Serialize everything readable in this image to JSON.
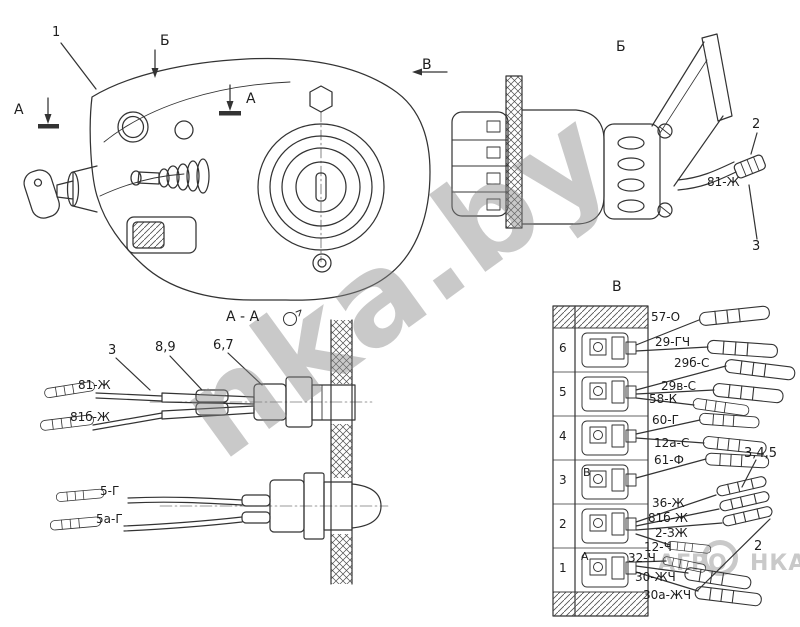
{
  "watermark": "nka.by",
  "logo": {
    "left": "АГРО",
    "right": "НКА"
  },
  "main_view": {
    "callout_1": "1",
    "arrow_b": "Б",
    "section_mark_left": "А",
    "section_mark_right": "А",
    "arrow_v": "В"
  },
  "view_b": {
    "title": "Б",
    "callout_2": "2",
    "callout_3": "3",
    "wire_81": "81-Ж"
  },
  "section_aa": {
    "title": "А - А",
    "callout_3": "3",
    "callout_8_9": "8,9",
    "callout_6_7": "6,7",
    "wire_81": "81-Ж",
    "wire_81b": "81б-Ж",
    "wire_5": "5-Г",
    "wire_5a": "5а-Г"
  },
  "view_v": {
    "title": "В",
    "terminals": [
      "6",
      "5",
      "4",
      "3",
      "2",
      "1"
    ],
    "slot_marks": {
      "row3": "В",
      "row1": "А"
    },
    "wires_top": [
      "57-О",
      "29-ГЧ",
      "29б-С",
      "29в-С",
      "58-К",
      "60-Г",
      "12а-С",
      "61-Ф"
    ],
    "wires_bottom": [
      "36-Ж",
      "81б-Ж",
      "2-ЗЖ",
      "12-Ч",
      "32-Ч",
      "30-ЖЧ",
      "30а-ЖЧ"
    ],
    "callout_345": "3,4,5",
    "callout_2": "2"
  }
}
